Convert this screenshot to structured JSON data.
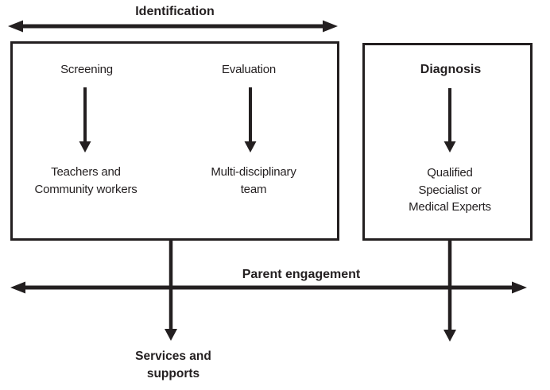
{
  "colors": {
    "ink": "#231f20",
    "background": "#ffffff"
  },
  "identification_phase": {
    "span_label": "Identification",
    "screening": {
      "step_label": "Screening",
      "actor_label": "Teachers and\nCommunity workers"
    },
    "evaluation": {
      "step_label": "Evaluation",
      "actor_label": "Multi-disciplinary\nteam"
    }
  },
  "diagnosis_phase": {
    "step_label": "Diagnosis",
    "actor_label": "Qualified\nSpecialist or\nMedical Experts"
  },
  "parent_engagement": {
    "span_label": "Parent engagement"
  },
  "outcome": {
    "label": "Services and\nsupports"
  }
}
